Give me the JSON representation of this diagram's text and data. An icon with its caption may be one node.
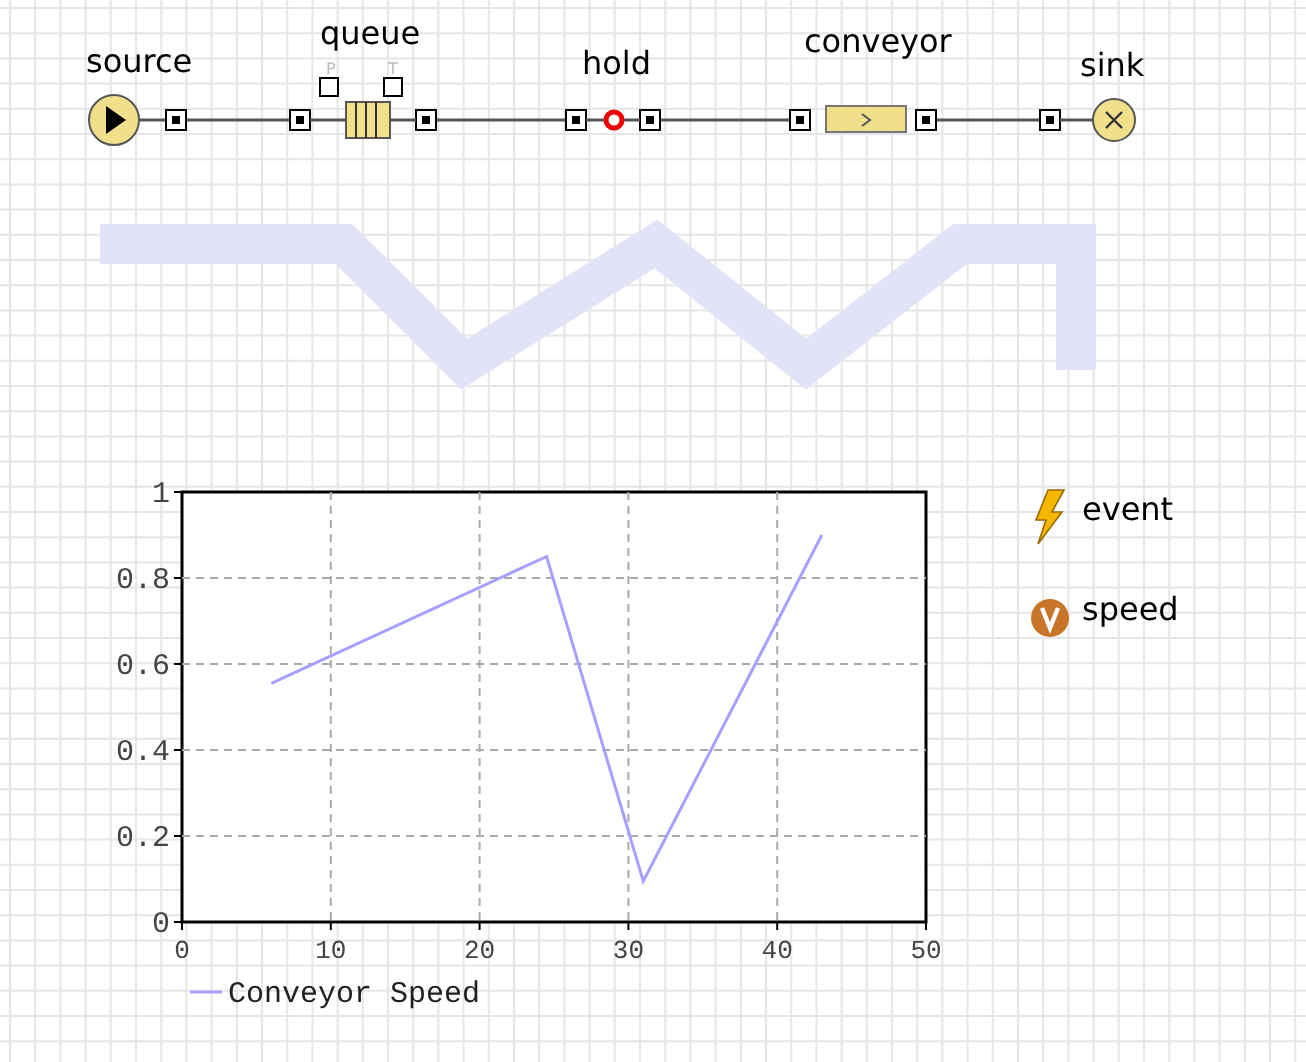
{
  "diagram": {
    "nodes": [
      {
        "text": [
          "source"
        ]
      },
      {
        "text": [
          "queue"
        ]
      },
      {
        "text": [
          "hold"
        ]
      },
      {
        "text": [
          "conveyor"
        ]
      },
      {
        "text": [
          "sink"
        ]
      }
    ],
    "edges": [
      {
        "from": 0,
        "to": 1,
        "arrow": "none"
      },
      {
        "from": 1,
        "to": 2,
        "arrow": "none"
      },
      {
        "from": 2,
        "to": 3,
        "arrow": "none"
      },
      {
        "from": 3,
        "to": 4,
        "arrow": "none"
      }
    ],
    "labels": [
      "P",
      "T",
      "event",
      "speed"
    ],
    "chart_data": {
      "type": "line",
      "x": [
        6,
        24.5,
        31,
        43
      ],
      "series": [
        {
          "name": "Conveyor Speed",
          "color": "#a8a0ff",
          "values": [
            0.555,
            0.85,
            0.095,
            0.9
          ]
        }
      ],
      "grid": true,
      "xlim": [
        0,
        50
      ],
      "ylim": [
        0,
        1
      ],
      "xticks": [
        0,
        10,
        20,
        30,
        40,
        50
      ],
      "yticks": [
        0,
        0.2,
        0.4,
        0.6,
        0.8,
        1
      ]
    }
  }
}
